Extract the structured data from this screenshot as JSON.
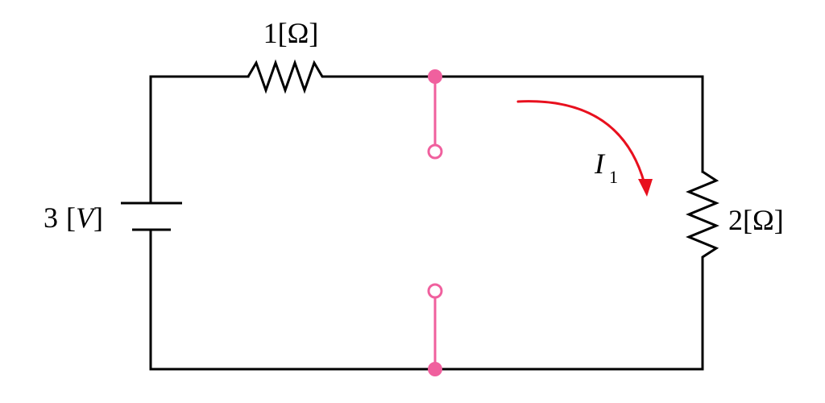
{
  "labels": {
    "r1": "1[Ω]",
    "r2": "2[Ω]",
    "source_value": "3",
    "source_open": "[",
    "source_unit": "V",
    "source_close": "]",
    "current_symbol": "I",
    "current_subscript": "1"
  },
  "colors": {
    "wire": "#000000",
    "switch": "#f0609e",
    "current_arrow": "#e8101e"
  }
}
